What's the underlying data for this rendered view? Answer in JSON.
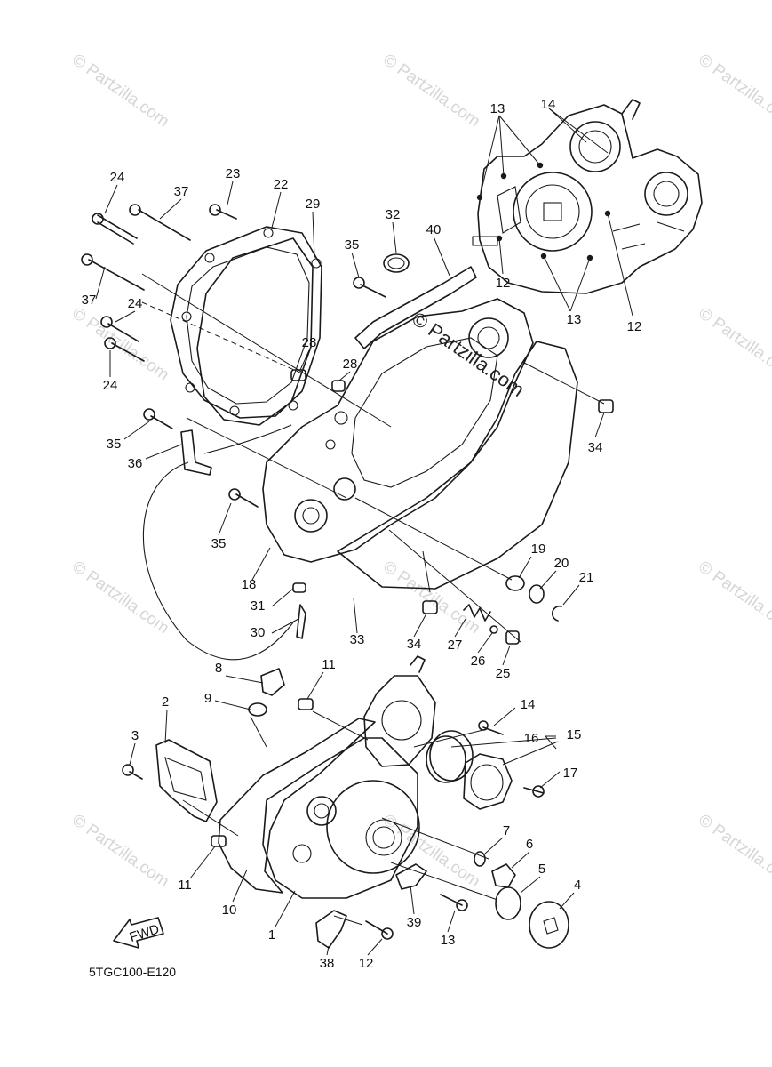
{
  "diagram_code": "5TGC100-E120",
  "fwd_label": "FWD",
  "watermark": "© Partzilla.com",
  "part_numbers": [
    "1",
    "2",
    "3",
    "4",
    "5",
    "6",
    "7",
    "8",
    "9",
    "10",
    "11",
    "12",
    "13",
    "14",
    "15",
    "16",
    "17",
    "18",
    "19",
    "20",
    "21",
    "22",
    "23",
    "24",
    "25",
    "26",
    "27",
    "28",
    "29",
    "30",
    "31",
    "32",
    "33",
    "34",
    "35",
    "36",
    "37",
    "38",
    "39",
    "40"
  ]
}
